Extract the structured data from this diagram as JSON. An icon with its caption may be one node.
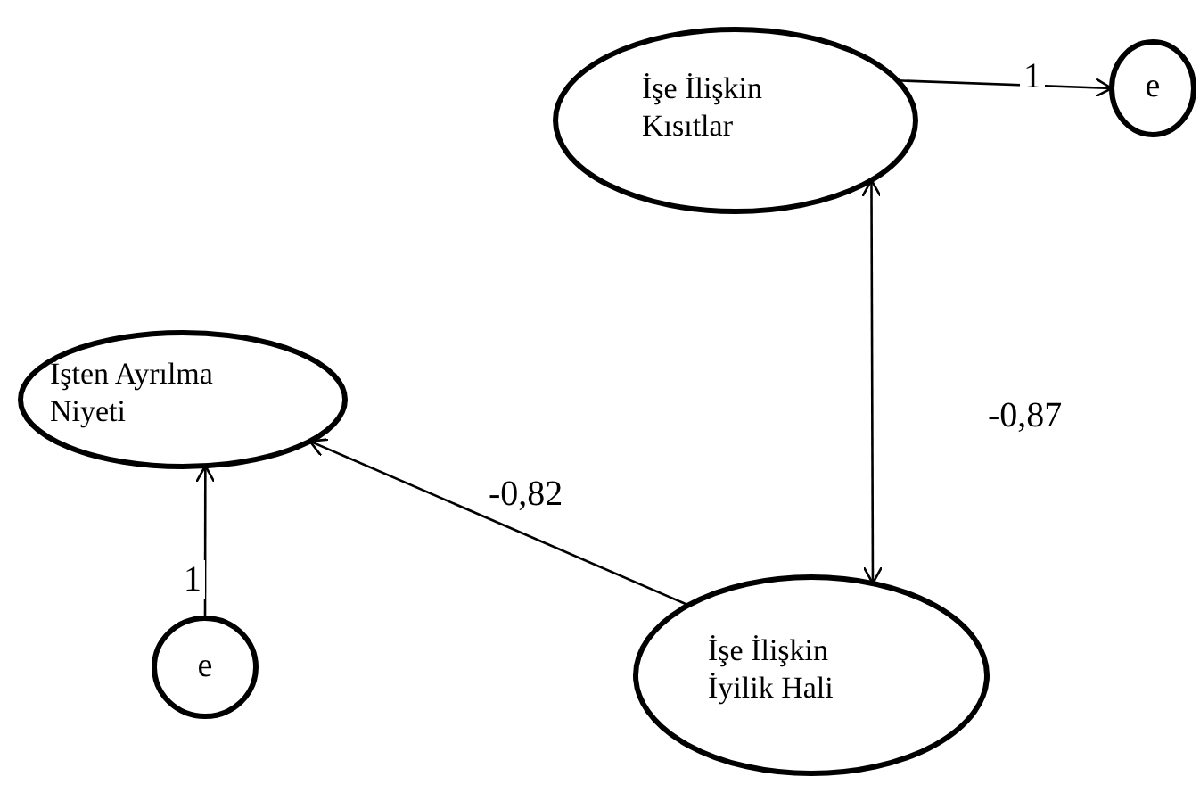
{
  "diagram": {
    "nodes": [
      {
        "text": [
          "İşe İlişkin Kısıtlar"
        ]
      },
      {
        "text": [
          "e"
        ]
      },
      {
        "text": [
          "İşten Ayrılma Niyeti"
        ]
      },
      {
        "text": [
          "e"
        ]
      },
      {
        "text": [
          "İşe İlişkin İyilik Hali"
        ]
      }
    ],
    "edges": [
      {
        "from": 0,
        "to": 1,
        "arrow": "to",
        "label": "1"
      },
      {
        "from": 0,
        "to": 4,
        "arrow": "both",
        "label": "-0,87"
      },
      {
        "from": 4,
        "to": 2,
        "arrow": "to",
        "label": "-0,82"
      },
      {
        "from": 3,
        "to": 2,
        "arrow": "to",
        "label": "1"
      }
    ]
  }
}
